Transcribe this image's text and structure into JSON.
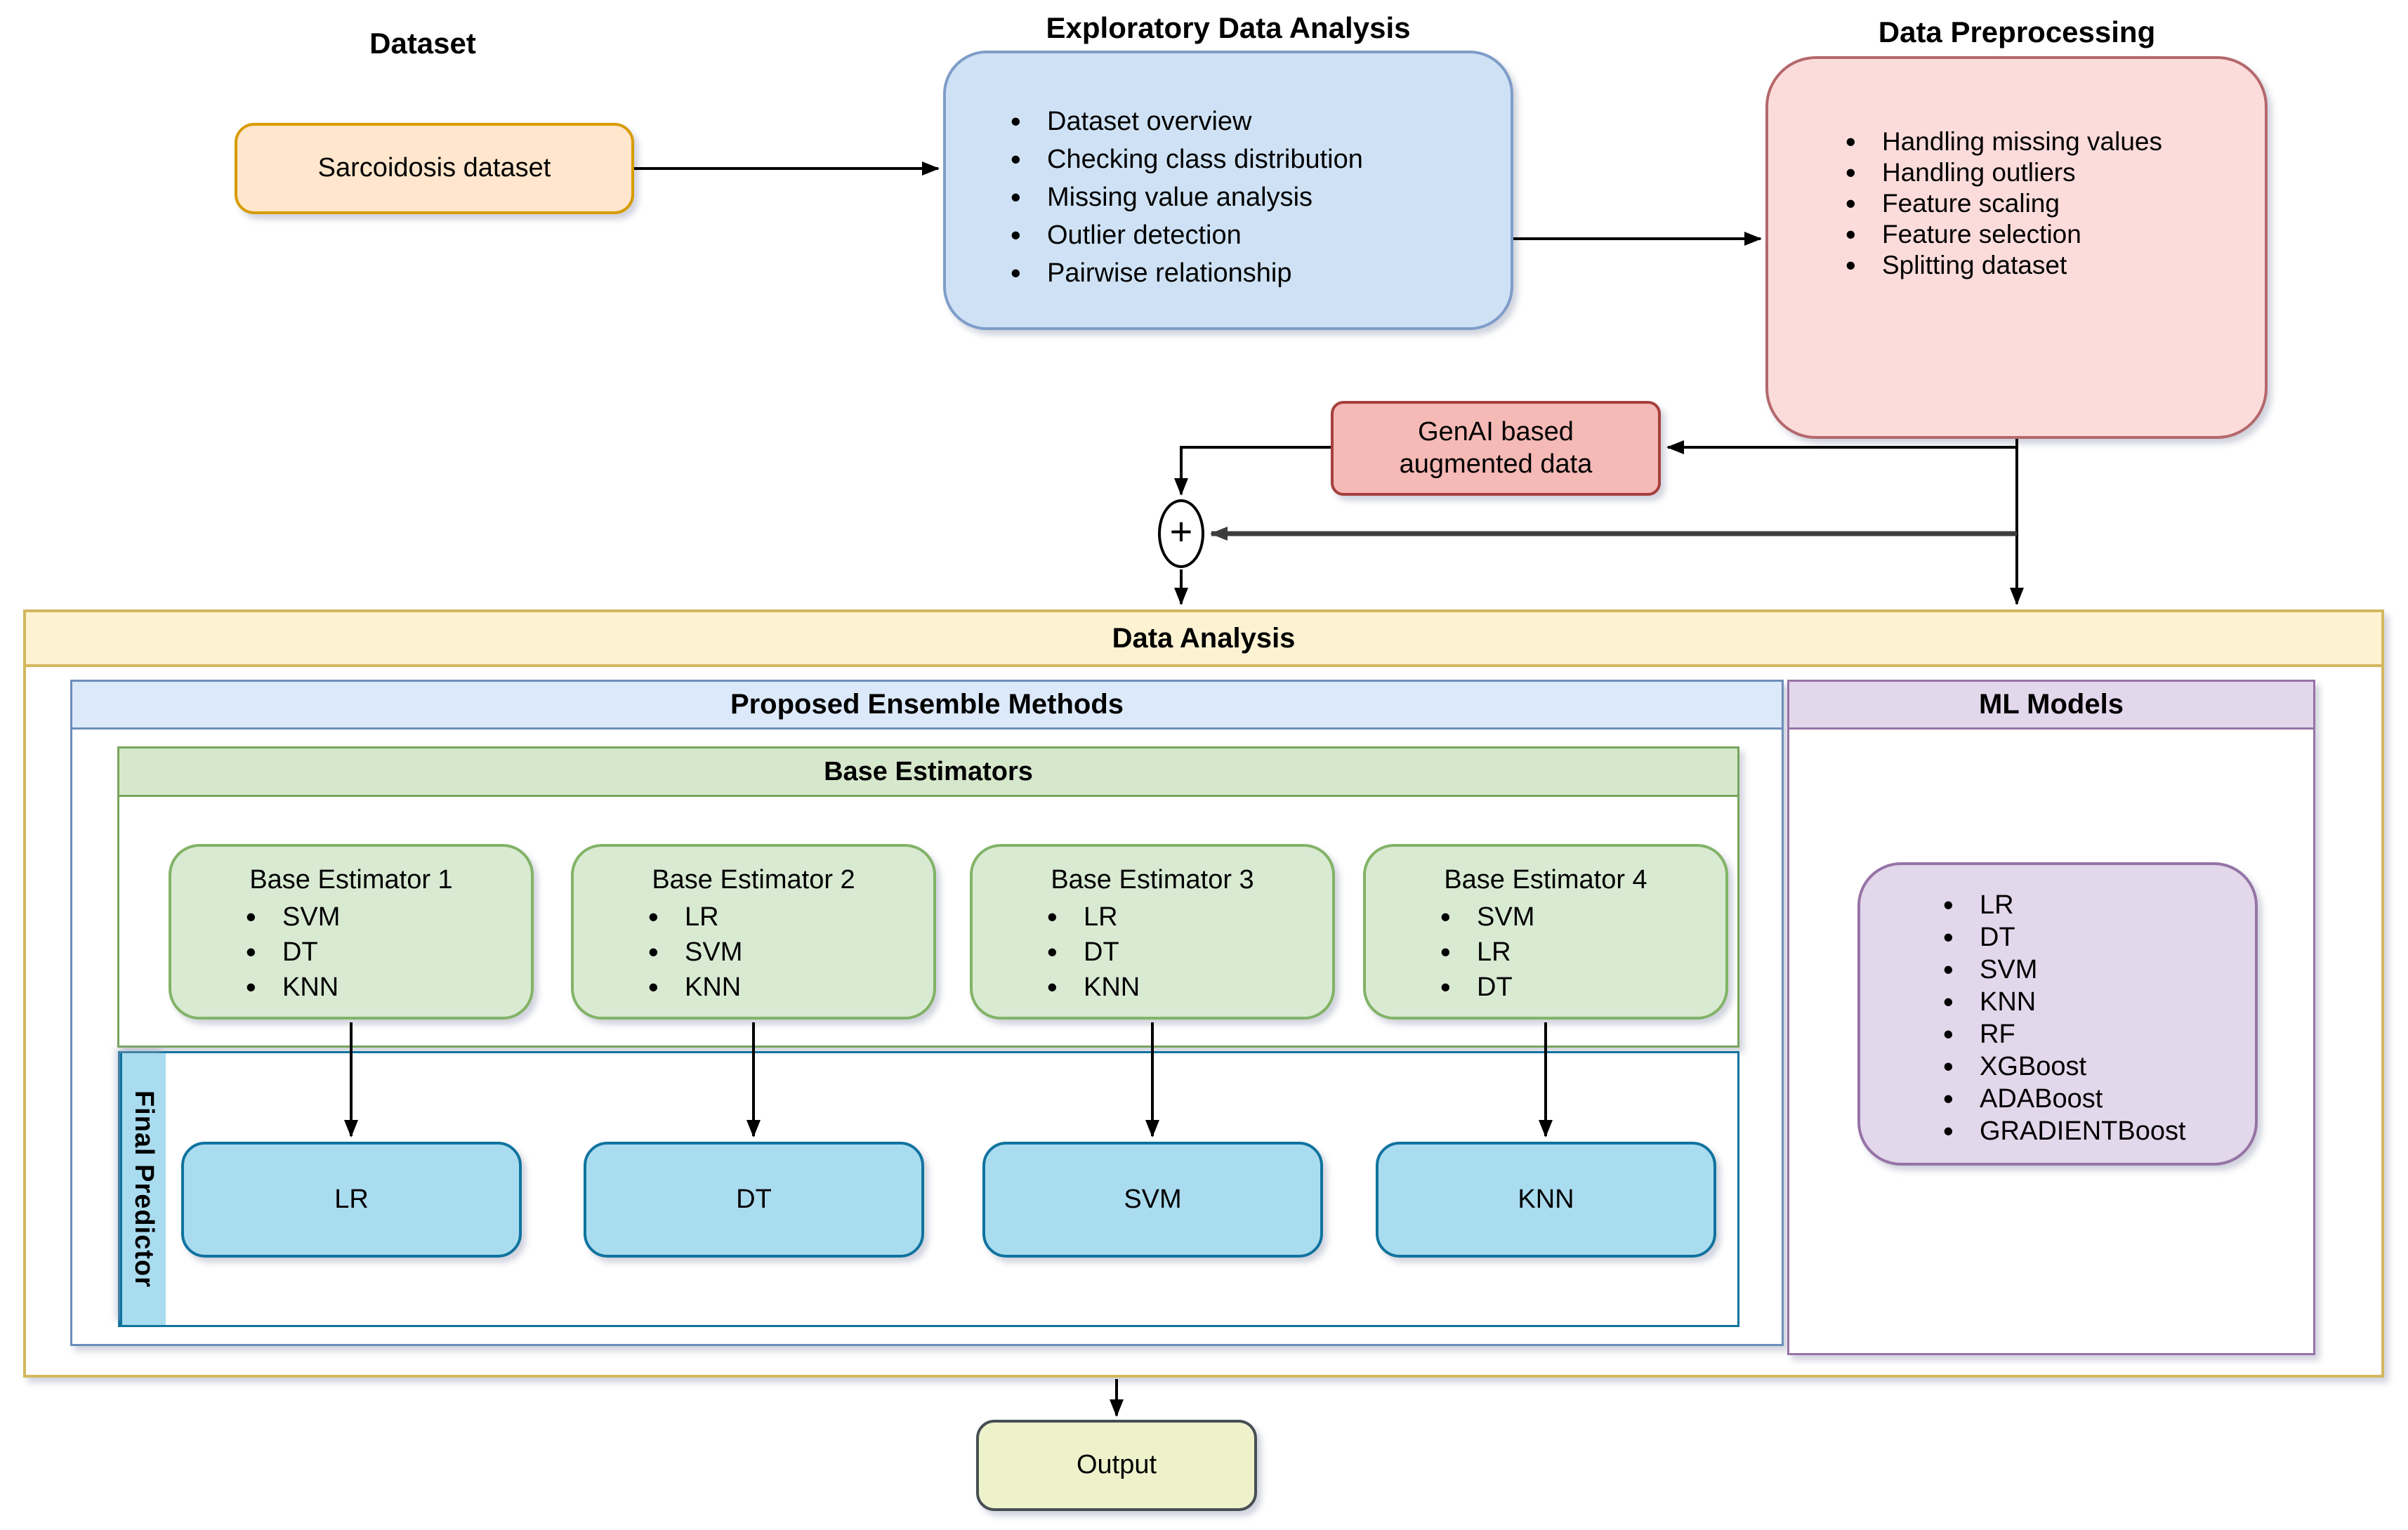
{
  "dataset_section": {
    "title": "Dataset",
    "node_label": "Sarcoidosis dataset"
  },
  "eda_section": {
    "title": "Exploratory Data Analysis",
    "items": [
      "Dataset overview",
      "Checking class distribution",
      "Missing value analysis",
      "Outlier detection",
      "Pairwise relationship"
    ]
  },
  "preprocessing_section": {
    "title": "Data Preprocessing",
    "items": [
      "Handling missing values",
      "Handling outliers",
      "Feature scaling",
      "Feature selection",
      "Splitting dataset"
    ]
  },
  "genai_node": {
    "lines": [
      "GenAI based",
      "augmented data"
    ]
  },
  "sum_node": {
    "label": "+"
  },
  "data_analysis": {
    "title": "Data Analysis",
    "proposed": {
      "title": "Proposed Ensemble Methods",
      "base_estimators": {
        "title": "Base Estimators",
        "estimators": [
          {
            "title": "Base Estimator 1",
            "items": [
              "SVM",
              "DT",
              "KNN"
            ]
          },
          {
            "title": "Base Estimator 2",
            "items": [
              "LR",
              "SVM",
              "KNN"
            ]
          },
          {
            "title": "Base Estimator 3",
            "items": [
              "LR",
              "DT",
              "KNN"
            ]
          },
          {
            "title": "Base Estimator 4",
            "items": [
              "SVM",
              "LR",
              "DT"
            ]
          }
        ]
      },
      "final_predictor": {
        "label": "Final Predictor",
        "predictors": [
          "LR",
          "DT",
          "SVM",
          "KNN"
        ]
      }
    },
    "ml_models": {
      "title": "ML Models",
      "items": [
        "LR",
        "DT",
        "SVM",
        "KNN",
        "RF",
        "XGBoost",
        "ADABoost",
        "GRADIENTBoost"
      ]
    }
  },
  "output_node": {
    "label": "Output"
  },
  "colors": {
    "orange_fill": "#ffe6cc",
    "orange_border": "#d79b00",
    "blue_fill": "#cfe2f5",
    "blue_border": "#7e9dc8",
    "pink_fill": "#fbdcda",
    "pink_border": "#b4686c",
    "red_fill": "#f5b9b6",
    "red_border": "#a6403d",
    "yellow_fill": "#fdf3d2",
    "yellow_border": "#d4b85e",
    "panel_blue_fill": "#dce9fb",
    "panel_blue_border": "#6d8eba",
    "purple_fill": "#e3d7eb",
    "purple_border": "#9673a6",
    "green_fill": "#d9ead3",
    "green_border": "#82b366",
    "cyan_fill": "#aadcf0",
    "cyan_border": "#10739e",
    "output_fill": "#eef2cb",
    "output_border": "#474f54",
    "gray_line": "#6f6f6f"
  }
}
